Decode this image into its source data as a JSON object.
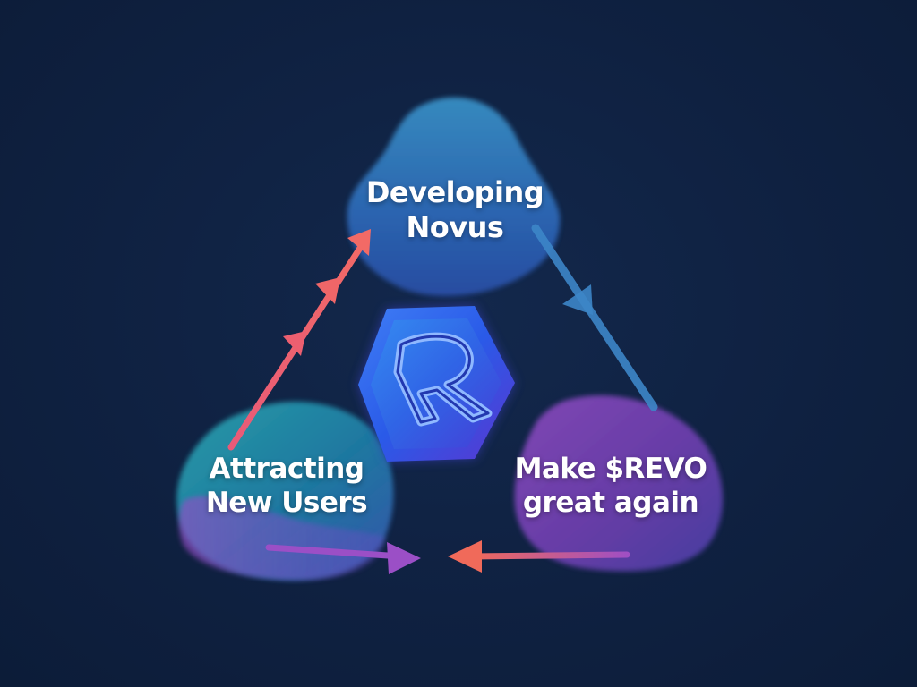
{
  "nodes": {
    "top": {
      "line1": "Developing",
      "line2": "Novus"
    },
    "left": {
      "line1": "Attracting",
      "line2": "New Users"
    },
    "right": {
      "line1": "Make $REVO",
      "line2": "great again"
    }
  },
  "center_logo": {
    "icon": "revo-r-hexagon-logo"
  },
  "colors": {
    "background": "#0f2141",
    "arrow_red": "#f0626b",
    "arrow_blue": "#3d86c8",
    "arrow_purple": "#9b4fc6",
    "blob_top": "#2f7fc1",
    "blob_left": "#2a8fa8",
    "blob_right": "#7a47b8",
    "logo_blue": "#2a6af0"
  }
}
